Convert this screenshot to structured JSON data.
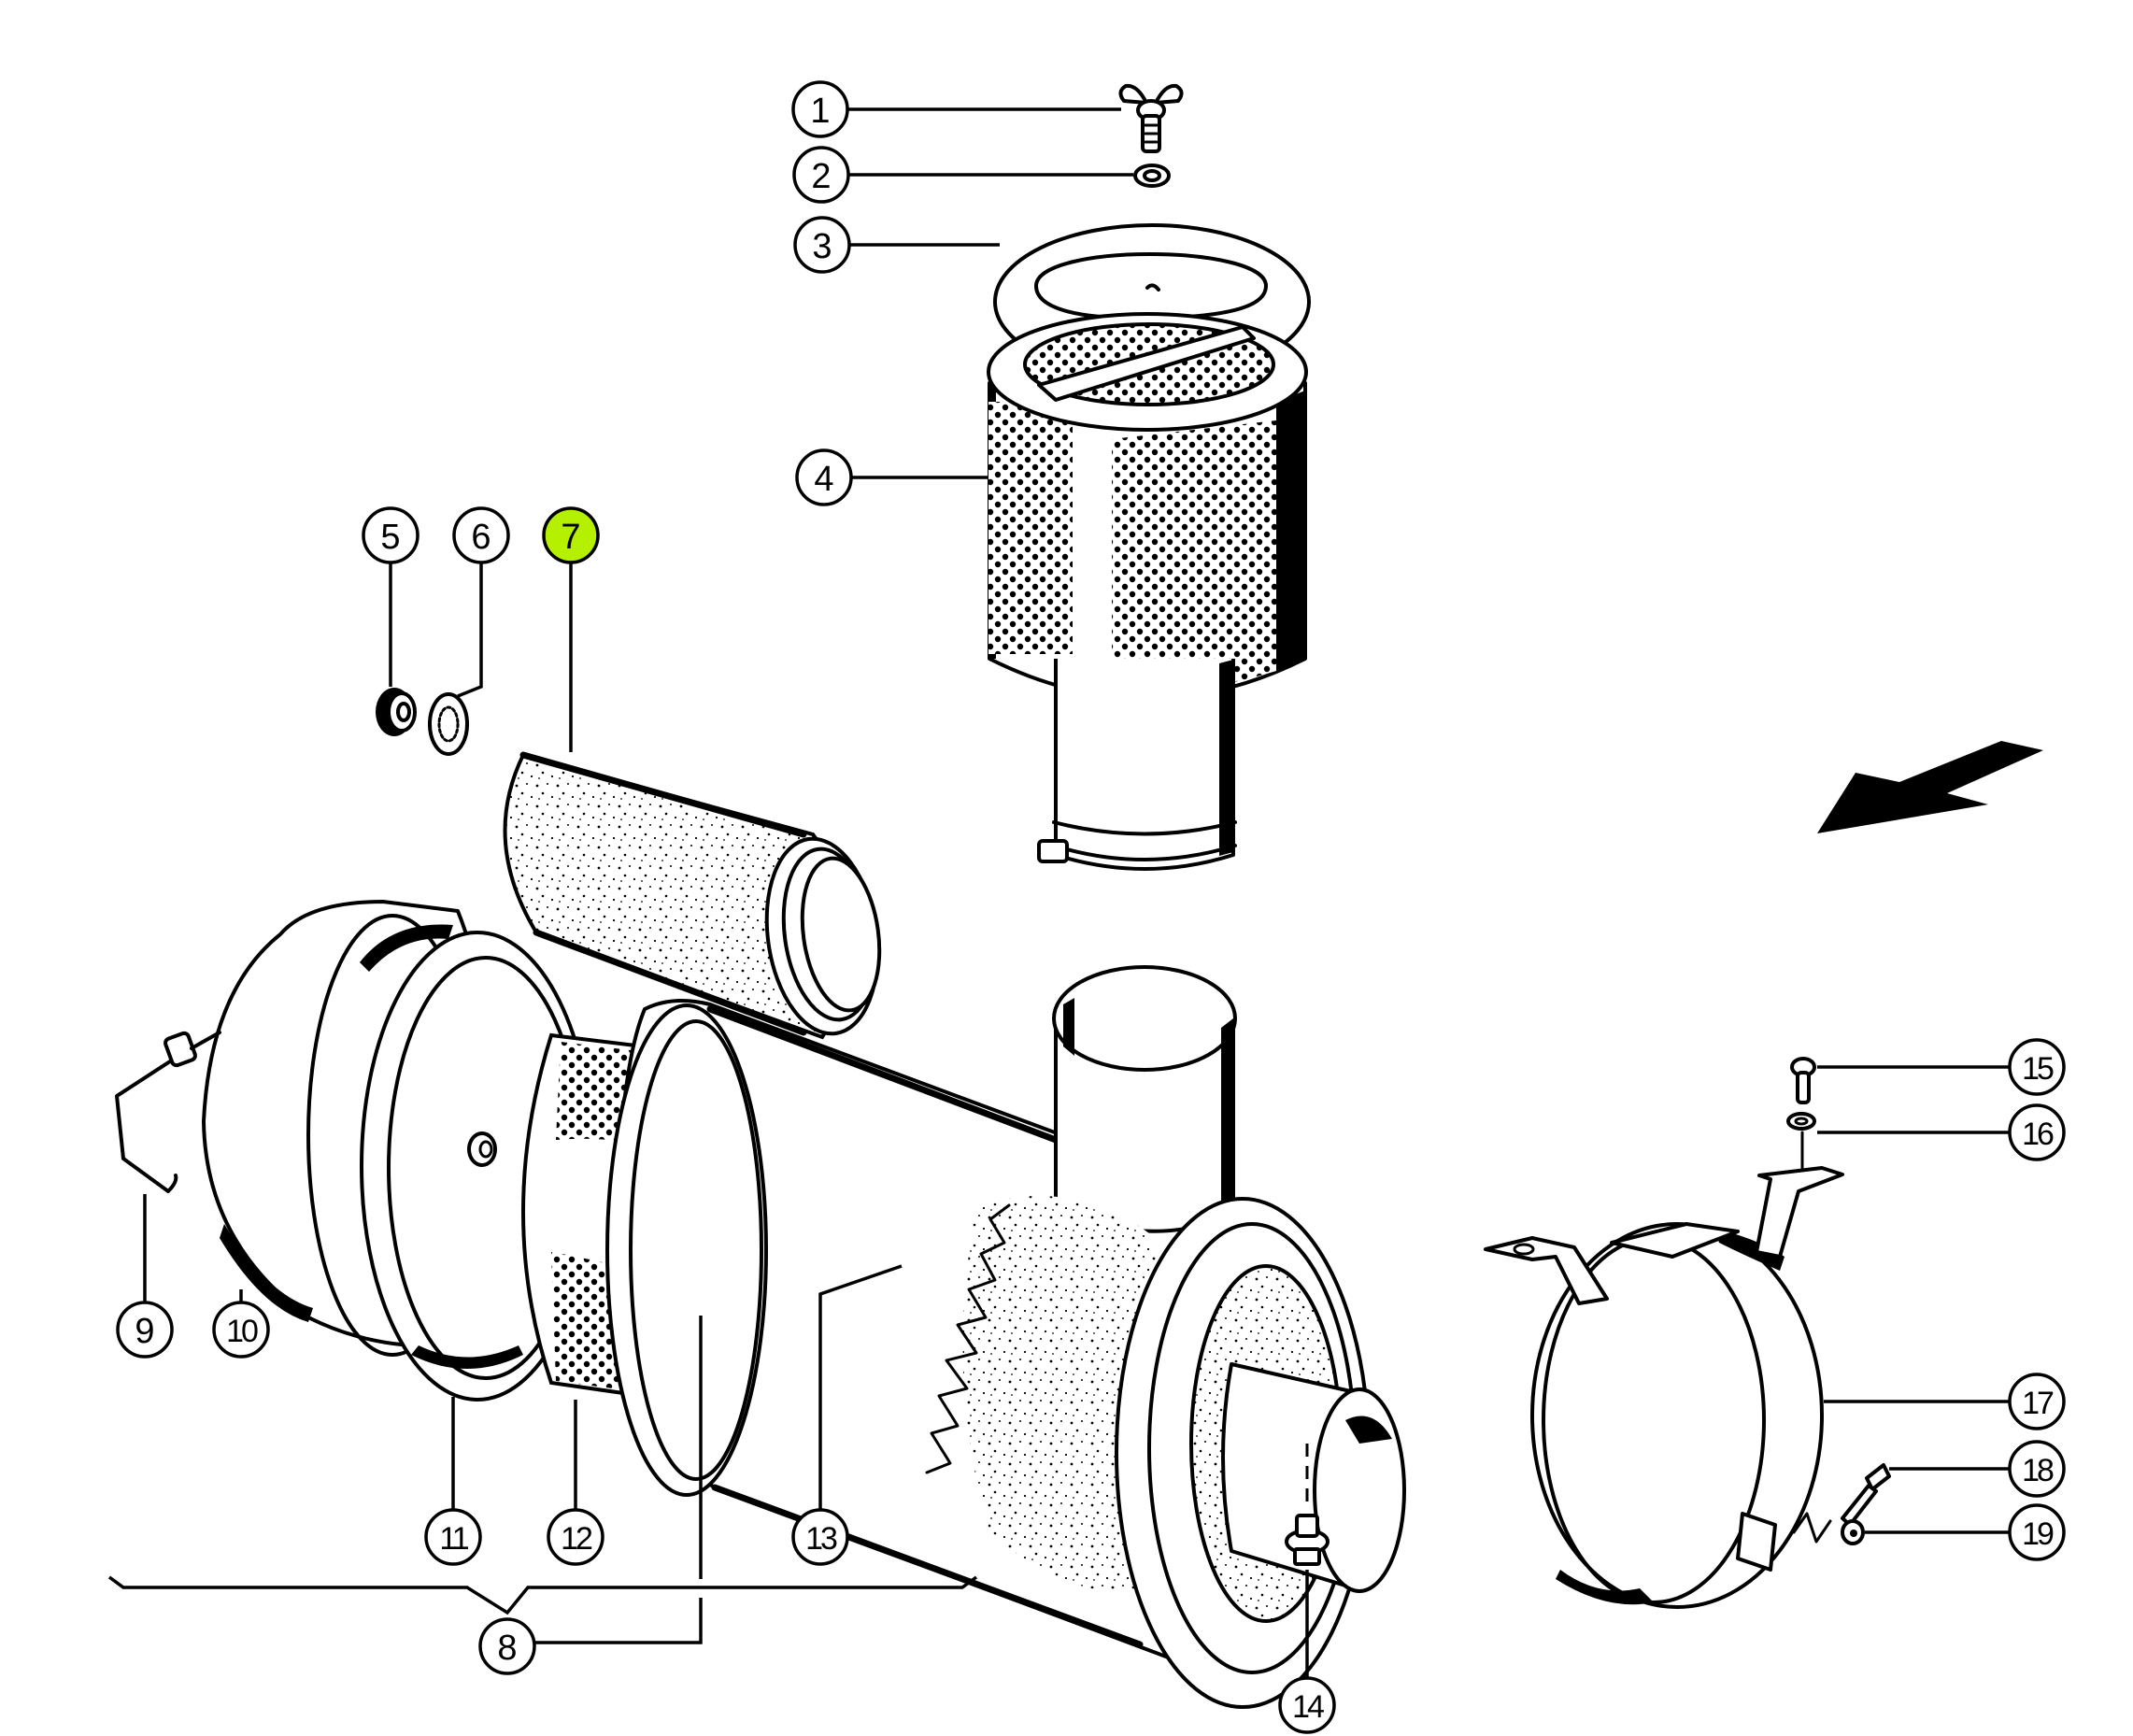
{
  "diagram": {
    "title": "Air cleaner assembly — exploded view",
    "highlight_color": "#b4f000",
    "line_color": "#000000",
    "background": "#ffffff",
    "highlighted_part": "7",
    "flow_arrow": "arrow-left-down-icon"
  },
  "callouts": [
    {
      "id": "c1",
      "label": "1",
      "part": "wing-nut"
    },
    {
      "id": "c2",
      "label": "2",
      "part": "washer"
    },
    {
      "id": "c3",
      "label": "3",
      "part": "cover-lid"
    },
    {
      "id": "c4",
      "label": "4",
      "part": "pre-cleaner-screen"
    },
    {
      "id": "c5",
      "label": "5",
      "part": "nut"
    },
    {
      "id": "c6",
      "label": "6",
      "part": "lock-washer"
    },
    {
      "id": "c7",
      "label": "7",
      "part": "safety-filter-element",
      "highlighted": true
    },
    {
      "id": "c8",
      "label": "8",
      "part": "air-cleaner-housing-assembly"
    },
    {
      "id": "c9",
      "label": "9",
      "part": "wire-clip"
    },
    {
      "id": "c10",
      "label": "10",
      "part": "end-cover"
    },
    {
      "id": "c11",
      "label": "11",
      "part": "gasket-ring"
    },
    {
      "id": "c12",
      "label": "12",
      "part": "main-filter-element"
    },
    {
      "id": "c13",
      "label": "13",
      "part": "housing-body"
    },
    {
      "id": "c14",
      "label": "14",
      "part": "drain-valve"
    },
    {
      "id": "c15",
      "label": "15",
      "part": "bolt"
    },
    {
      "id": "c16",
      "label": "16",
      "part": "washer"
    },
    {
      "id": "c17",
      "label": "17",
      "part": "mounting-band"
    },
    {
      "id": "c18",
      "label": "18",
      "part": "clamp-bolt"
    },
    {
      "id": "c19",
      "label": "19",
      "part": "clamp-nut"
    }
  ]
}
